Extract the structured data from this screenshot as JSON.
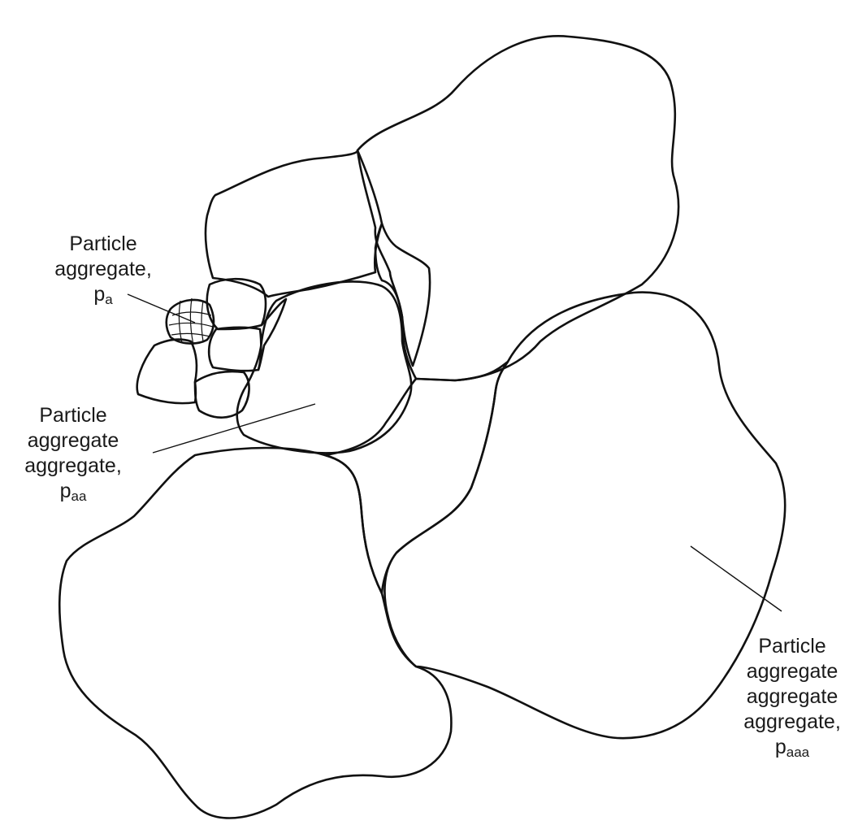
{
  "labels": {
    "pa": {
      "lines": [
        "Particle",
        "aggregate,"
      ],
      "symbol": "p",
      "subscript": "a"
    },
    "paa": {
      "lines": [
        "Particle",
        "aggregate",
        "aggregate,"
      ],
      "symbol": "p",
      "subscript": "aa"
    },
    "paaa": {
      "lines": [
        "Particle",
        "aggregate",
        "aggregate",
        "aggregate,"
      ],
      "symbol": "p",
      "subscript": "aaa"
    }
  }
}
